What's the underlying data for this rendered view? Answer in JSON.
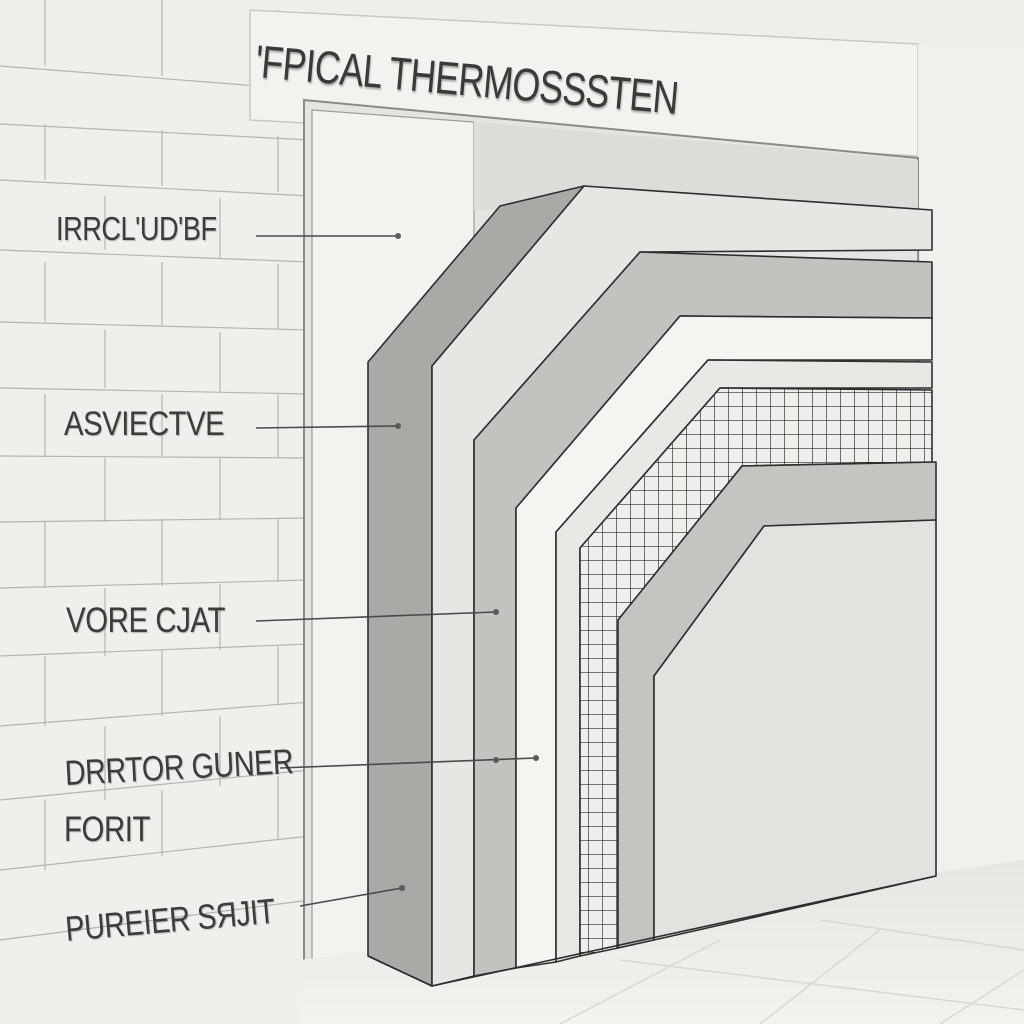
{
  "title": "'FPICAL THERMOSSSTEN",
  "labels": [
    {
      "text": "IRRCL'UD'BF"
    },
    {
      "text": "ASVIECTVE"
    },
    {
      "text": "VORE CJAT"
    },
    {
      "text": "DRRTOR GUNER",
      "text2": "FORIT"
    },
    {
      "text": "PURЕIER SЯJIT"
    }
  ],
  "layers": [
    {
      "name": "brick-wall-substrate"
    },
    {
      "name": "adhesive-layer"
    },
    {
      "name": "insulation-board"
    },
    {
      "name": "base-coat"
    },
    {
      "name": "primer-layer"
    },
    {
      "name": "reinforcing-mesh"
    },
    {
      "name": "finish-coat"
    },
    {
      "name": "finish-render"
    }
  ],
  "colors": {
    "background": "#eeeeea",
    "wall": "#f0f0ec",
    "dark_gray": "#a8a8a4",
    "mid_gray": "#c4c4c0",
    "light": "#e8e8e4",
    "white": "#f4f4f0",
    "mesh_line": "#2a2a2a",
    "label": "#3c3c3c"
  }
}
